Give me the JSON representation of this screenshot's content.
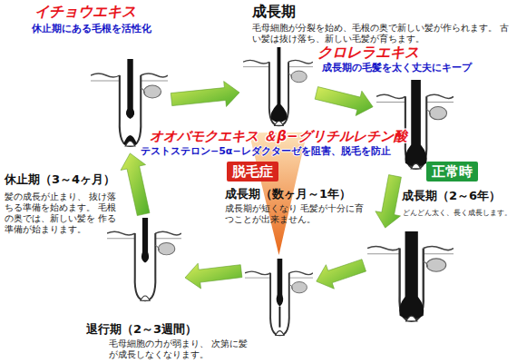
{
  "diagram": {
    "nodes": [
      {
        "text": [
          "イチョウエキス",
          "休止期にある毛根を活性化"
        ]
      },
      {
        "text": [
          "成長期",
          "毛母細胞が分裂を始め、毛根の奥で新しい髪が作られます。 古い髪は抜け落ち、新しい毛髪が育ちます。"
        ]
      },
      {
        "text": [
          "クロレラエキス",
          "成長期の毛髪を太く丈夫にキープ"
        ]
      },
      {
        "text": [
          "成長期（2～6年）",
          "どんどん太く、長く成長します。"
        ]
      },
      {
        "text": [
          "退行期（2～3週間）",
          "毛母細胞の力が弱まり、 次第に髪が成長しなくなります。"
        ]
      },
      {
        "text": [
          "休止期（3～4ヶ月）",
          "髪の成長が止まり、 抜け落ちる準備を始めます。 毛根の奥では、新しい髪を 作る準備が始まります。"
        ]
      },
      {
        "text": [
          "脱毛症"
        ]
      },
      {
        "text": [
          "正常時"
        ]
      }
    ],
    "edges": [
      {
        "from": 0,
        "to": 1,
        "arrow": "to"
      },
      {
        "from": 1,
        "to": 2,
        "arrow": "to"
      },
      {
        "from": 2,
        "to": 3,
        "arrow": "to"
      },
      {
        "from": 3,
        "to": 4,
        "arrow": "to"
      },
      {
        "from": 4,
        "to": 5,
        "arrow": "to"
      },
      {
        "from": 5,
        "to": 0,
        "arrow": "to"
      },
      {
        "from": 1,
        "to": 4,
        "arrow": "to"
      }
    ],
    "labels": [
      "オオバモクエキス ＆β−グリチルレチン酸",
      "テストステロン−5α−レダクターゼを阻害、脱毛を防止",
      "成長期（数ヶ月～1年）",
      "成長期が短くなり 毛髪が十分に育つことが出来ません。"
    ]
  }
}
